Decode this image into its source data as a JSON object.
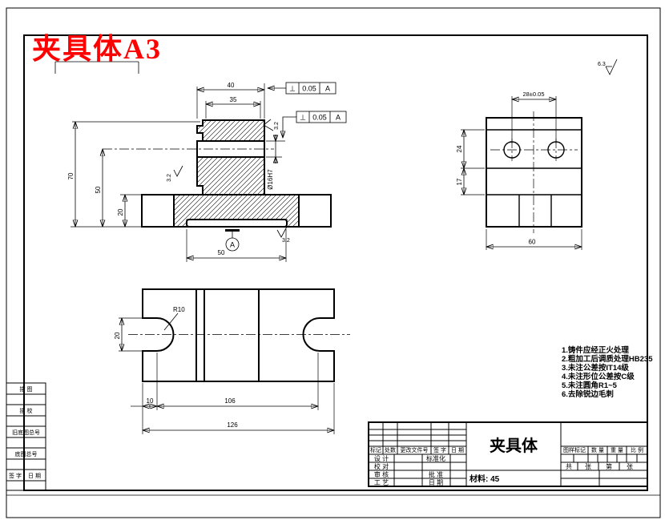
{
  "sheet": {
    "title": "夹具体A3",
    "general_roughness": "6.3"
  },
  "front": {
    "dim_top": "40",
    "dim_boss": "35",
    "dim_height": "70",
    "dim_mid": "50",
    "dim_base": "20",
    "dim_hole": "Ø16H7",
    "dim_bottom": "50",
    "rough_boss": "3.2",
    "rough_step": "3.2",
    "rough_bottom": "3.2",
    "datum_label": "A",
    "gdt1": {
      "sym": "⊥",
      "tol": "0.05",
      "ref": "A"
    },
    "gdt2": {
      "sym": "⊥",
      "tol": "0.05",
      "ref": "A"
    }
  },
  "side": {
    "dim_holes": "28±0.05",
    "dim_upper": "24",
    "dim_lower": "17",
    "dim_width": "60"
  },
  "bottom": {
    "radius": "R10",
    "dim_slot": "20",
    "dim_offset": "10",
    "dim_inner": "106",
    "dim_total": "126"
  },
  "notes": [
    "1.铸件应经正火处理",
    "2.粗加工后调质处理HB235",
    "3.未注公差按IT14级",
    "4.未注形位公差按C级",
    "5.未注圆角R1~5",
    "6.去除锐边毛刺"
  ],
  "tblock": {
    "part_name": "夹具体",
    "material": "材料: 45",
    "rev": [
      "标记",
      "处数",
      "更改文件号",
      "签 字",
      "日 期"
    ],
    "r1l": "设 计",
    "r1m": "标准化",
    "r2l": "校 对",
    "r3l": "审 核",
    "r3m": "批 准",
    "r4l": "工 艺",
    "r4m": "日 期",
    "right": [
      "图样标记",
      "数 量",
      "重 量",
      "比 例"
    ],
    "sheets": [
      "共",
      "张",
      "第",
      "张"
    ]
  },
  "strip": {
    "rows": [
      "描 图",
      "描 校",
      "旧底图总号",
      "底图总号"
    ],
    "sign": "签 字",
    "date": "日 期"
  }
}
